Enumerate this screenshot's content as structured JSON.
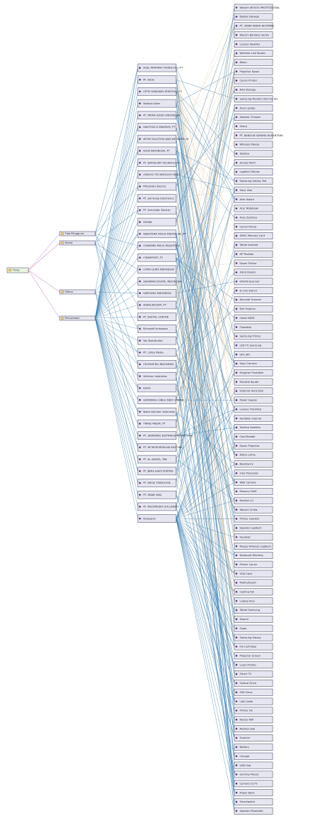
{
  "graph": {
    "colors": {
      "background": "#ffffff",
      "node_fill": "#e6e6f0",
      "node_border": "#58587a",
      "node_border_highlight": "#2a2ad8",
      "root_fill": "#e8f6e0",
      "root_border": "#7cb07a",
      "edge_blue": "#3a7fb0",
      "edge_orange": "#d8a870",
      "edge_magenta": "#c058b8",
      "icon_diamond": "#5c2c73",
      "icon_folder": "#e9c36a"
    },
    "root": {
      "label": "Thing",
      "icon": "folder-icon"
    },
    "categories": [
      {
        "label": "Tipe Pengguna",
        "icon": "folder-icon"
      },
      {
        "label": "Brand",
        "icon": "folder-icon"
      },
      {
        "label": "Status",
        "icon": "folder-icon"
      },
      {
        "label": "Perusahaan",
        "icon": "folder-icon"
      }
    ],
    "companies": [
      "AGEL PRATAMA TEKNOLOGI, PT",
      "PT. ASUS",
      "CIPTA SANDANG SENTOSA, P.T",
      "Toshiba Sales",
      "PT. PRIMA AUDIO INDONESIA",
      "SANTOSA D MAKMUR, PT",
      "INTER SOLUTION AND NETWORK SE",
      "ACER INDONESIA, PT",
      "PT. DATASCRIP TECHNOLOGY",
      "LENOVO TECHNOLOGY INDO",
      "Mitsubishi Electric",
      "PT. Samsung Electronics",
      "PT. Schneider Electric",
      "TAITAN",
      "SEJAHTERA MULIA INDONESIA, PT",
      "CHANDRA MULIA SEJAHTERA",
      "CYBERPORT, PT",
      "CITRA GUNA INDONESIA",
      "SEKAWAN DIGITAL INDONESIA",
      "SAMSUNG INDONESIA",
      "ANDALAN JAYA, PT",
      "PT. DIGITAL CENTER",
      "Microsoft Indonesia",
      "Tok Distribution",
      "PT. Lintas Media",
      "TELEMATIKA INDONESIA",
      "Unilever Indonesia",
      "Epson",
      "SURYAMAS CABLE INDO UTAMA",
      "Nokia Solution Indonesia",
      "TRANS MEDIA, PT",
      "PT. SINARMAS DISTRIBUSI NUSANTARA",
      "PT. INTIKOM BERLIAN MUSTIKA",
      "PT. XL AXIATA, TBK",
      "PT. BIMA SAKTI PERTIWI",
      "PT. MEGA TEKNOLOGI",
      "PT. SINAR MAS",
      "PT. MULTIMEDIA SOLUSINDO",
      "Panasonic"
    ],
    "products": [
      "Wacom INTUOS PROFESSIONAL",
      "Digital Signage",
      "PT. SINAR INDAH BOOMING",
      "Wacom Bamboo Series",
      "Lenovo IdeaPad",
      "Wireless Link Router",
      "Nikon",
      "Projector Epson",
      "Canon Printer",
      "NAS Storage",
      "Samsung Monitor LED Full HD",
      "Asus Laptop",
      "Adaptor Charger",
      "Sharp",
      "PT. BANGUN SARANA NUSANTARA",
      "Wireless Mouse",
      "Toshiba",
      "Access Point",
      "Logitech Mouse",
      "Samsung Galaxy Tab",
      "Sony Vaio",
      "Acer Aspire",
      "Acer Notebook",
      "Asus Zenfone",
      "Canon Pixma",
      "SDHC Memory Card",
      "Tablet Android",
      "HP Pavilion",
      "Epson Printer",
      "ASUS Router",
      "EPSON Scanner",
      "D-Link Switch",
      "Barcode Scanner",
      "Dell Inspiron",
      "Cable HDMI",
      "Flashdisk",
      "Samsung Printer",
      "LED TV Samsung",
      "UPS APC",
      "Sony Camera",
      "Kingston Flashdisk",
      "Microtik Router",
      "External Hard Disk",
      "Power Supply",
      "Lenovo ThinkPad",
      "Harddisk Internal",
      "Toshiba Satellite",
      "Card Reader",
      "Epson Projector",
      "Nokia Lumia",
      "Blackberry",
      "Intel Processor",
      "Web Camera",
      "Memory RAM",
      "Monitor LG",
      "Wacom Cintiq",
      "Printer Laserjet",
      "Speaker Logitech",
      "Headset",
      "Mouse Wireless Logitech",
      "Keyboard Wireless",
      "Printer Canon",
      "VGA Card",
      "Motherboard",
      "Cooling Fan",
      "Laptop Acer",
      "Tablet Samsung",
      "Xiaomi",
      "Oppo",
      "Samsung Galaxy",
      "Ink Cartridge",
      "Projector Screen",
      "Laser Pointer",
      "Smart TV",
      "Optical Drive",
      "SSD Drive",
      "LAN Cable",
      "Printer Ink",
      "Router Wifi",
      "Monitor Dell",
      "Scanner",
      "Battery",
      "Charger",
      "USB Hub",
      "Gaming Mouse",
      "Camera CCTV",
      "Power Bank",
      "Smartwatch",
      "Speaker Bluetooth"
    ],
    "highlight_product_index": 83,
    "edges": {
      "root_to_category": "edge_magenta",
      "category_to_company": "edge_blue",
      "company_to_product_a": "edge_blue",
      "company_to_product_b": "edge_orange"
    }
  }
}
